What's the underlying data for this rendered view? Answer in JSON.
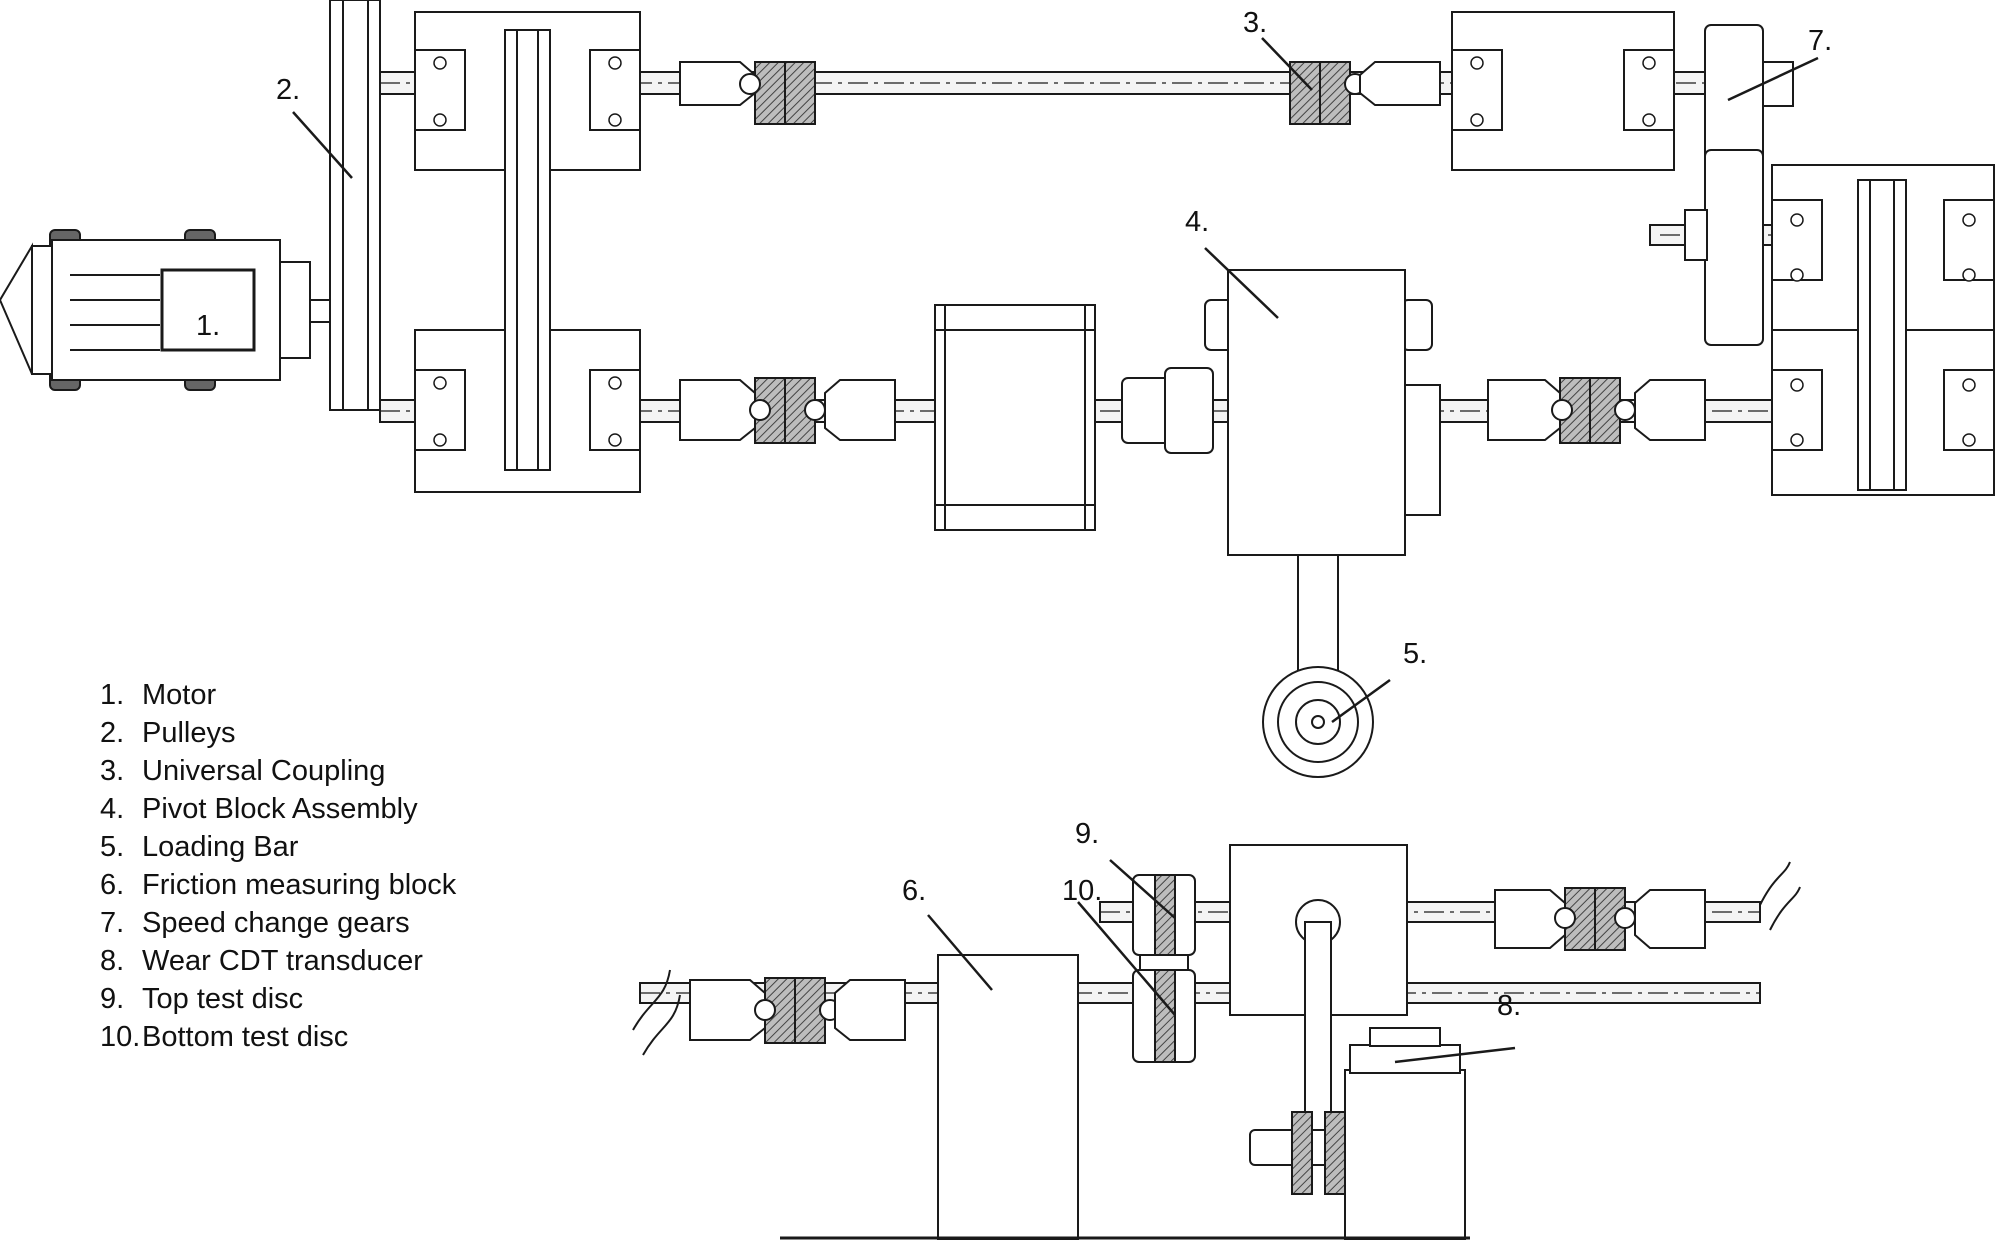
{
  "colors": {
    "line": "#1a1a1a",
    "fill": "#ffffff",
    "hatch": "#555555",
    "shaft": "#f4f4f4"
  },
  "callouts": [
    {
      "id": "1",
      "label": "1."
    },
    {
      "id": "2",
      "label": "2."
    },
    {
      "id": "3",
      "label": "3."
    },
    {
      "id": "4",
      "label": "4."
    },
    {
      "id": "5",
      "label": "5."
    },
    {
      "id": "6",
      "label": "6."
    },
    {
      "id": "7",
      "label": "7."
    },
    {
      "id": "8",
      "label": "8."
    },
    {
      "id": "9",
      "label": "9."
    },
    {
      "id": "10",
      "label": "10."
    }
  ],
  "legend": [
    {
      "num": "1.",
      "text": "Motor"
    },
    {
      "num": "2.",
      "text": "Pulleys"
    },
    {
      "num": "3.",
      "text": "Universal Coupling"
    },
    {
      "num": "4.",
      "text": "Pivot Block Assembly"
    },
    {
      "num": "5.",
      "text": "Loading Bar"
    },
    {
      "num": "6.",
      "text": "Friction measuring block"
    },
    {
      "num": "7.",
      "text": "Speed change gears"
    },
    {
      "num": "8.",
      "text": "Wear CDT transducer"
    },
    {
      "num": "9.",
      "text": "Top test disc"
    },
    {
      "num": "10.",
      "text": "Bottom test disc"
    }
  ]
}
